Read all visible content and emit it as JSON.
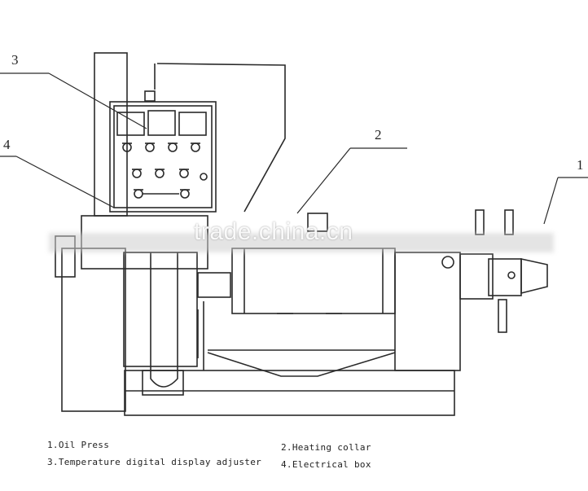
{
  "callouts": {
    "c1": "1",
    "c2": "2",
    "c3": "3",
    "c4": "4"
  },
  "legend": {
    "item1": "1.Oil Press",
    "item2": "2.Heating collar",
    "item3": "3.Temperature digital display adjuster",
    "item4": "4.Electrical box"
  },
  "watermark": "trade.china.cn",
  "colors": {
    "line": "#2a2a2a",
    "background": "#ffffff"
  }
}
